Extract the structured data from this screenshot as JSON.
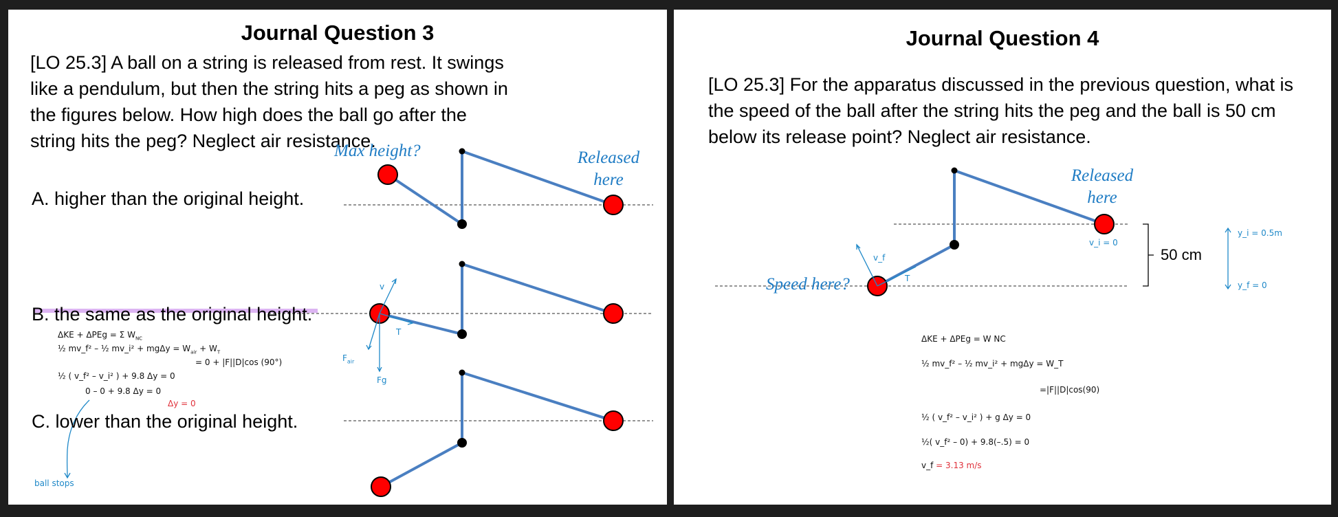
{
  "left": {
    "title": "Journal Question 3",
    "question": "[LO 25.3]  A ball on a string is released from rest. It swings like a pendulum, but then the string hits a peg as shown in the figures below. How high does the ball go after the string hits the peg? Neglect air resistance.",
    "label_max_height": "Max height?",
    "label_released": "Released here",
    "options": [
      "A.  higher than the original height.",
      "B.  the same as the original height.",
      "C.  lower than the original height."
    ],
    "notes": {
      "line1": "ΔKE + ΔPEg = Σ W",
      "line1_sub": "NC",
      "line2": "½ mv_f² – ½ mv_i² + mgΔy = W",
      "line2_sub": "air",
      "line2_tail": "+ W",
      "line2_tail_sub": "T",
      "line3": "=  0  + |F||D|cos (90°)",
      "line4": "½ ( v_f² – v_i² ) + 9.8 Δy =  0",
      "line5": "0   –   0  + 9.8 Δy = 0",
      "line6": "Δy = 0",
      "ball_stops": "ball stops",
      "v": "v",
      "t": "T",
      "fair": "F",
      "fair_sub": "air",
      "fg": "Fg"
    },
    "colors": {
      "ball": "#ff0000",
      "string": "#4a7fc1",
      "blue_text": "#1f7cc4",
      "highlight": "#d7a8f0"
    }
  },
  "right": {
    "title": "Journal Question 4",
    "question": "[LO 25.3]  For the apparatus discussed in the previous question, what is the speed of the ball after the string hits the peg and the ball is 50 cm below its release point? Neglect air resistance.",
    "label_released": "Released here",
    "label_speed": "Speed here?",
    "fifty": "50 cm",
    "notes": {
      "vi0": "v_i = 0",
      "vf": "v_f",
      "t": "T",
      "yi": "y_i = 0.5m",
      "yf": "y_f = 0",
      "line1": "ΔKE  +  ΔPEg  =  W NC",
      "line2": "½ mv_f² – ½ mv_i² + mgΔy = W_T",
      "line3": "=|F||D|cos(90)",
      "line4": "½ ( v_f² – v_i² ) +  g Δy    =  0",
      "line5": "½( v_f² – 0) + 9.8(–.5) = 0",
      "line6_a": "v_f",
      "line6_b": "= 3.13  m/s"
    }
  }
}
